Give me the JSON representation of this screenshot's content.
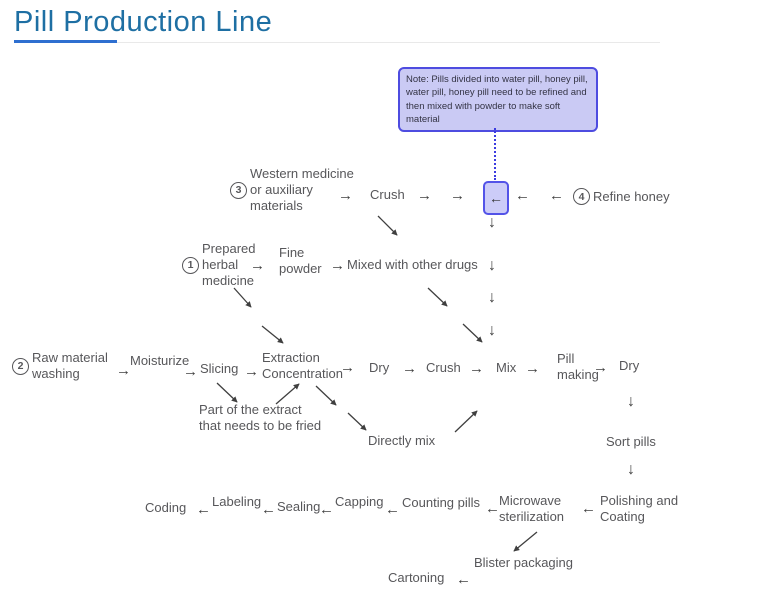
{
  "title": "Pill Production Line",
  "note": {
    "text": "Note: Pills divided into water pill, honey pill, water pill, honey pill need to be refined and then mixed with powder to make soft material"
  },
  "colors": {
    "title": "#1e6fa3",
    "title_underline": "#2e6fd0",
    "note_background": "#cacaf4",
    "note_border": "#4e4ce0",
    "text": "#57575a",
    "arrow": "#3f3f3f"
  },
  "glyphs": {
    "right": "→",
    "left": "←",
    "down": "↓"
  },
  "flow": {
    "western_medicine": {
      "num": "3",
      "line1": "Western medicine",
      "line2": "or auxiliary",
      "line3": "materials"
    },
    "crush1": "Crush",
    "refine_honey": {
      "num": "4",
      "label": "Refine honey"
    },
    "prepared_herbal": {
      "num": "1",
      "line1": "Prepared",
      "line2": "herbal",
      "line3": "medicine"
    },
    "fine_powder": {
      "line1": "Fine",
      "line2": "powder"
    },
    "mixed_drugs": "Mixed with other drugs",
    "raw_material": {
      "num": "2",
      "line1": "Raw material",
      "line2": "washing"
    },
    "moisturize": "Moisturize",
    "slicing": "Slicing",
    "extraction": {
      "line1": "Extraction",
      "line2": "Concentration"
    },
    "dry1": "Dry",
    "crush2": "Crush",
    "mix": "Mix",
    "pill_making": {
      "line1": "Pill",
      "line2": "making"
    },
    "dry2": "Dry",
    "part_extract": {
      "line1": "Part of the extract",
      "line2": "that needs to be fried"
    },
    "directly_mix": "Directly mix",
    "sort_pills": "Sort pills",
    "polishing": {
      "line1": "Polishing and",
      "line2": "Coating"
    },
    "microwave": {
      "line1": "Microwave",
      "line2": "sterilization"
    },
    "counting_pills": "Counting pills",
    "capping": "Capping",
    "sealing": "Sealing",
    "labeling": "Labeling",
    "coding": "Coding",
    "blister": "Blister packaging",
    "cartoning": "Cartoning"
  }
}
